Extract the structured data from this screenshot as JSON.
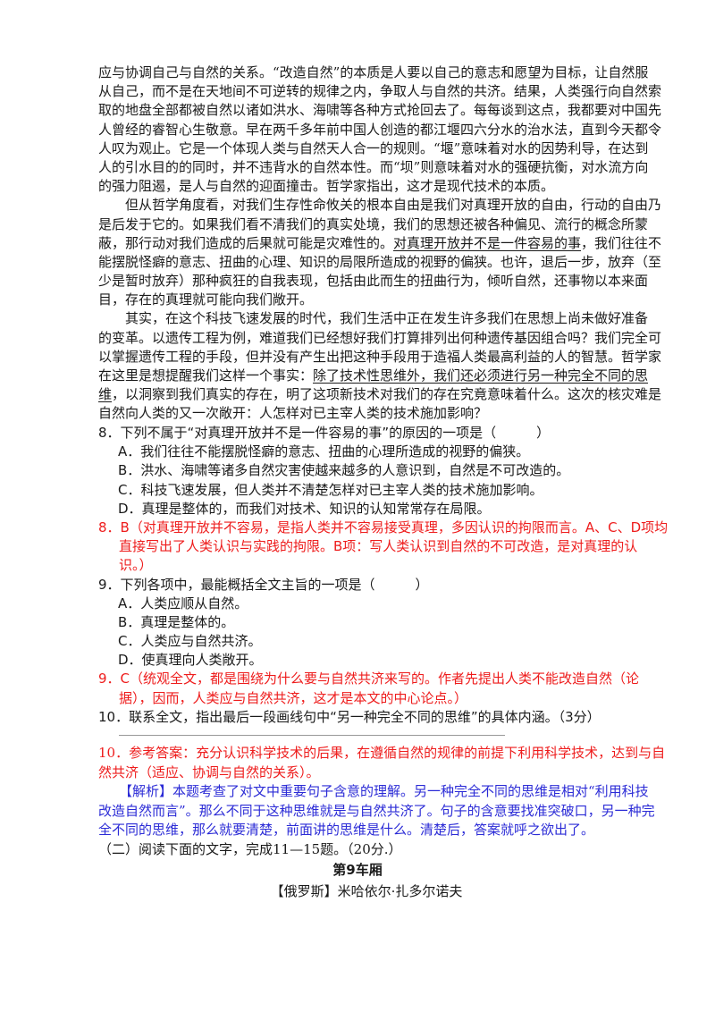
{
  "passage": [
    {
      "indent": false,
      "lines": [
        "应与协调自己与自然的关系。“改造自然”的本质是人要以自己的意志和愿望为目标，让自然服",
        "从自己，而不是在天地间不可逆转的规律之内，争取人与自然的共济。结果，人类强行向自然索",
        "取的地盘全部都被自然以诸如洪水、海啸等各种方式抢回去了。每每谈到这点，我都要对中国先",
        "人曾经的睿智心生敬意。早在两千多年前中国人创造的都江堰四六分水的治水法，直到今天都令",
        "人叹为观止。它是一个体现人类与自然天人合一的规则。“堰”意味着对水的因势利导，在达到",
        "人的引水目的的同时，并不违背水的自然本性。而“坝”则意味着对水的强硬抗衡，对水流方向",
        "的强力阻遏，是人与自然的迎面撞击。哲学家指出，这才是现代技术的本质。"
      ]
    },
    {
      "indent": true,
      "lines": [
        "但从哲学角度看，对我们生存性命攸关的根本自由是我们对真理开放的自由，行动的自由乃",
        "是后发于它的。如果我们看不清我们的真实处境，我们的思想还被各种偏见、流行的概念所蒙",
        [
          {
            "text": "蔽，那行动对我们造成的后果就可能是灾难性的。"
          },
          {
            "text": "对真理开放并不是一件容易的事",
            "underline": true
          },
          {
            "text": "，我们往往不"
          }
        ],
        "能摆脱怪癖的意志、扭曲的心理、知识的局限所造成的视野的偏狭。也许，退后一步，放弃（至",
        "少是暂时放弃）那种疯狂的自我表现，包括由此而生的扭曲行为，倾听自然，还事物以本来面",
        "目，存在的真理就可能向我们敞开。"
      ]
    },
    {
      "indent": true,
      "lines": [
        "其实，在这个科技飞速发展的时代，我们生活中正在发生许多我们在思想上尚未做好准备",
        "的变革。以遗传工程为例，难道我们已经想好我们打算排列出何种遗传基因组合吗？我们完全可",
        "以掌握遗传工程的手段，但并没有产生出把这种手段用于造福人类最高利益的人的智慧。哲学家",
        [
          {
            "text": "在这里是想提醒我们这样一个事实："
          },
          {
            "text": "除了技术性思维外，我们还必须进行另一种完全不同的思",
            "underline": true
          }
        ],
        [
          {
            "text": "维",
            "underline": true
          },
          {
            "text": "，以洞察到我们真实的存在，明了这项新技术对我们的存在究竟意味着什么。这次的核灾难是"
          }
        ],
        "自然向人类的又一次敞开：人怎样对已主宰人类的技术施加影响？"
      ]
    }
  ],
  "questions": [
    {
      "kind": "q",
      "text": "8．下列不属于“对真理开放并不是一件容易的事”的原因的一项是（　　　）"
    },
    {
      "kind": "opt",
      "text": "A．我们往往不能摆脱怪癖的意志、扭曲的心理所造成的视野的偏狭。"
    },
    {
      "kind": "opt",
      "text": "B．洪水、海啸等诸多自然灾害使越来越多的人意识到，自然是不可改造的。"
    },
    {
      "kind": "opt",
      "text": "C．科技飞速发展，但人类并不清楚怎样对已主宰人类的技术施加影响。"
    },
    {
      "kind": "opt",
      "text": "D．真理是整体的，而我们对技术、知识的认知常常存在局限。"
    },
    {
      "kind": "ans",
      "text": "8．B（对真理开放并不容易，是指人类并不容易接受真理，多因认识的拘限而言。A、C、D项均"
    },
    {
      "kind": "ans-cont",
      "text": "直接写出了人类认识与实践的拘限。B项：写人类认识到自然的不可改造，是对真理的认"
    },
    {
      "kind": "ans-cont",
      "text": "识。）"
    },
    {
      "kind": "q",
      "text": "9．下列各项中，最能概括全文主旨的一项是（　　　）"
    },
    {
      "kind": "opt",
      "text": "A．人类应顺从自然。"
    },
    {
      "kind": "opt",
      "text": "B．真理是整体的。"
    },
    {
      "kind": "opt",
      "text": "C．人类应与自然共济。"
    },
    {
      "kind": "opt",
      "text": "D．使真理向人类敞开。"
    },
    {
      "kind": "ans",
      "text": "9．C（统观全文，都是围绕为什么要与自然共济来写的。作者先提出人类不能改造自然（论"
    },
    {
      "kind": "ans-cont",
      "text": "据），因而，人类应与自然共济，这才是本文的中心论点。）"
    },
    {
      "kind": "q",
      "text": "10．联系全文，指出最后一段画线句中“另一种完全不同的思维”的具体内涵。（3分）"
    }
  ],
  "answers": [
    {
      "kind": "red",
      "text": "10．参考答案：充分认识科学技术的后果，在遵循自然的规律的前提下利用科学技术，达到与自"
    },
    {
      "kind": "red",
      "text": "然共济（适应、协调与自然的关系）。"
    },
    {
      "kind": "blue-ind",
      "text": "【解析】本题考查了对文中重要句子含意的理解。另一种完全不同的思维是相对“利用科技"
    },
    {
      "kind": "blue",
      "text": "改造自然而言”。那么不同于这种思维就是与自然共济了。句子的含意要找准突破口，另一种完"
    },
    {
      "kind": "blue",
      "text": "全不同的思维，那么就要清楚，前面讲的思维是什么。清楚后，答案就呼之欲出了。"
    },
    {
      "kind": "plain",
      "text": "（二）阅读下面的文字，完成11—15题。（20分.）"
    }
  ],
  "story": {
    "title": "第9车厢",
    "author": "【俄罗斯】米哈依尔·扎多尔诺夫"
  },
  "colors": {
    "answer_red": "#ee1c1c",
    "analysis_blue": "#2b2bd6"
  }
}
